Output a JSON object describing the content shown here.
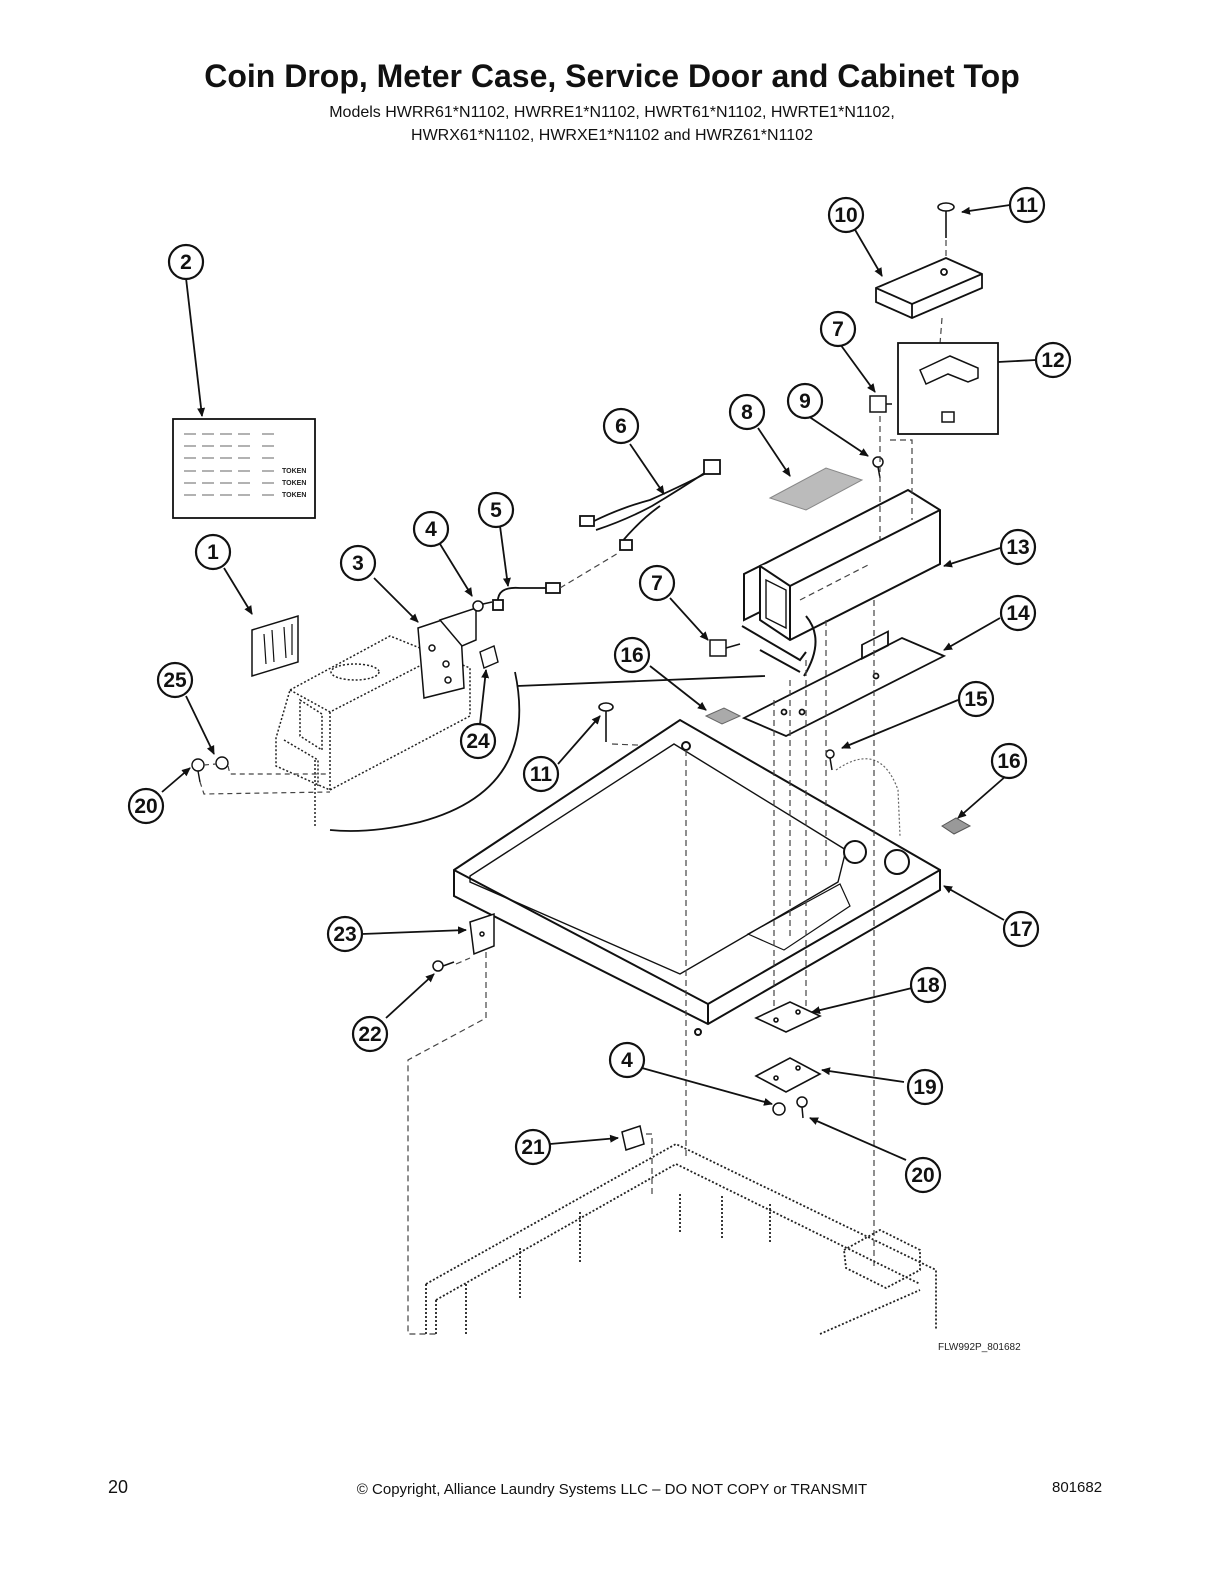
{
  "header": {
    "title": "Coin Drop, Meter Case, Service Door and Cabinet Top",
    "models_line1": "Models HWRR61*N1102, HWRRE1*N1102, HWRT61*N1102, HWRTE1*N1102,",
    "models_line2": "HWRX61*N1102, HWRXE1*N1102 and HWRZ61*N1102"
  },
  "figure": {
    "figure_id": "FLW992P_801682",
    "label_panel_rows": [
      "TOKEN",
      "TOKEN",
      "TOKEN"
    ],
    "callouts": [
      "10",
      "11",
      "7",
      "12",
      "2",
      "9",
      "8",
      "6",
      "13",
      "5",
      "4",
      "1",
      "3",
      "7",
      "14",
      "16",
      "25",
      "15",
      "24",
      "11",
      "16",
      "20",
      "17",
      "23",
      "18",
      "22",
      "4",
      "19",
      "21",
      "20"
    ]
  },
  "footer": {
    "page_number": "20",
    "copyright": "© Copyright, Alliance Laundry Systems LLC – DO NOT COPY or TRANSMIT",
    "doc_number": "801682"
  }
}
